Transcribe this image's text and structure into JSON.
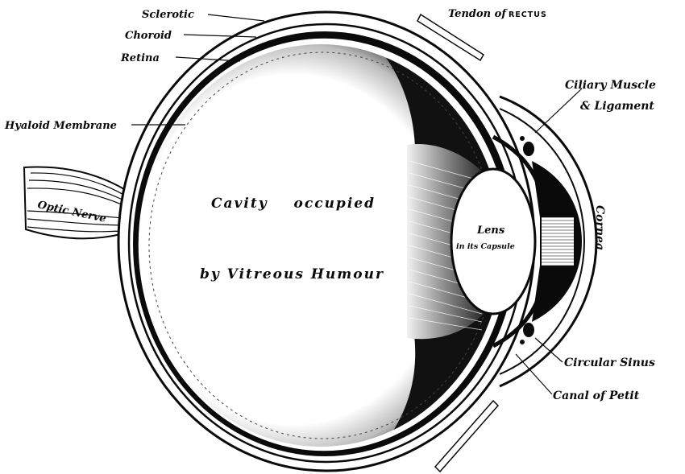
{
  "labels": {
    "sclerotic": "Sclerotic",
    "choroid": "Choroid",
    "retina": "Retina",
    "hyaloid_membrane": "Hyaloid Membrane",
    "optic_nerve": "Optic Nerve",
    "tendon_of": "Tendon of",
    "rectus": "RECTUS",
    "ciliary_muscle": "Ciliary Muscle",
    "ligament": "& Ligament",
    "cornea": "Cornea",
    "circular_sinus": "Circular Sinus",
    "canal_of_petit": "Canal of Petit",
    "cavity_line1": "Cavity occupied",
    "cavity_line2": "by Vitreous Humour",
    "lens": "Lens",
    "in_its_capsule": "in its Capsule"
  },
  "colors": {
    "ink": "#0a0a0a",
    "paper": "#ffffff",
    "shade": "#1a1a1a"
  }
}
